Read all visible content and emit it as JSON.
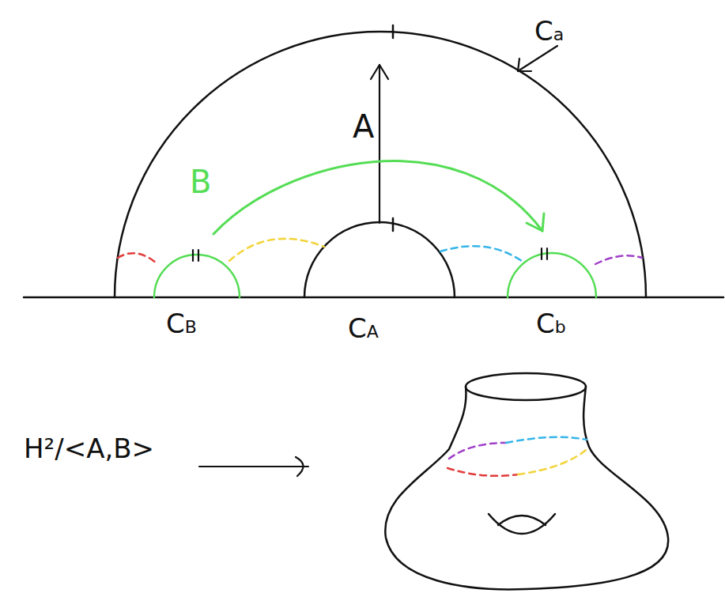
{
  "diagram": {
    "labels": [
      "Ca",
      "A",
      "B",
      "CB",
      "CA",
      "Cb",
      "H²/<A,B>"
    ]
  }
}
